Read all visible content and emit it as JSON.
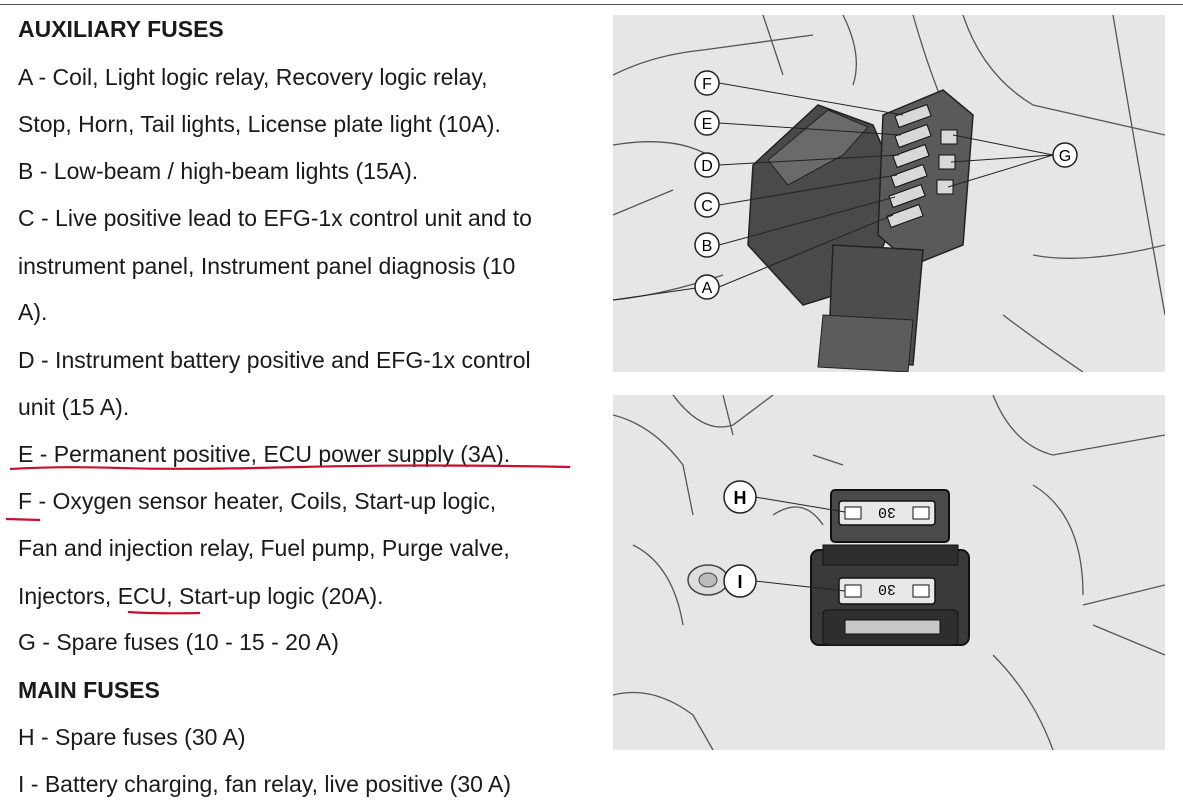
{
  "doc": {
    "aux_heading": "AUXILIARY FUSES",
    "lines": {
      "a1": "A - Coil, Light logic relay, Recovery logic relay,",
      "a2": "Stop, Horn, Tail lights, License plate light (10A).",
      "b": "B - Low-beam / high-beam lights (15A).",
      "c1": "C - Live positive lead to EFG-1x control unit and to",
      "c2": "instrument panel, Instrument panel diagnosis (10",
      "c3": "A).",
      "d1": "D - Instrument battery positive and EFG-1x control",
      "d2": "unit (15 A).",
      "e": "E - Permanent positive, ECU power supply (3A).",
      "f1": "F - Oxygen sensor heater, Coils, Start-up logic,",
      "f2": "Fan and injection relay, Fuel pump, Purge valve,",
      "f3": "Injectors, ECU, Start-up logic (20A).",
      "g": "G - Spare fuses (10 - 15 - 20 A)"
    },
    "main_heading": "MAIN FUSES",
    "main_lines": {
      "h": "H - Spare fuses (30 A)",
      "i": "I - Battery charging, fan relay, live positive (30 A)"
    }
  },
  "figures": {
    "fig1_callouts": [
      "F",
      "E",
      "D",
      "C",
      "B",
      "A",
      "G"
    ],
    "fig2_callouts": [
      "H",
      "I"
    ],
    "fig2_fuse_labels": [
      "30",
      "30"
    ]
  },
  "colors": {
    "underline": "#c8102e",
    "figure_bg": "#e6e6e6",
    "part_dark": "#3a3a3a"
  }
}
